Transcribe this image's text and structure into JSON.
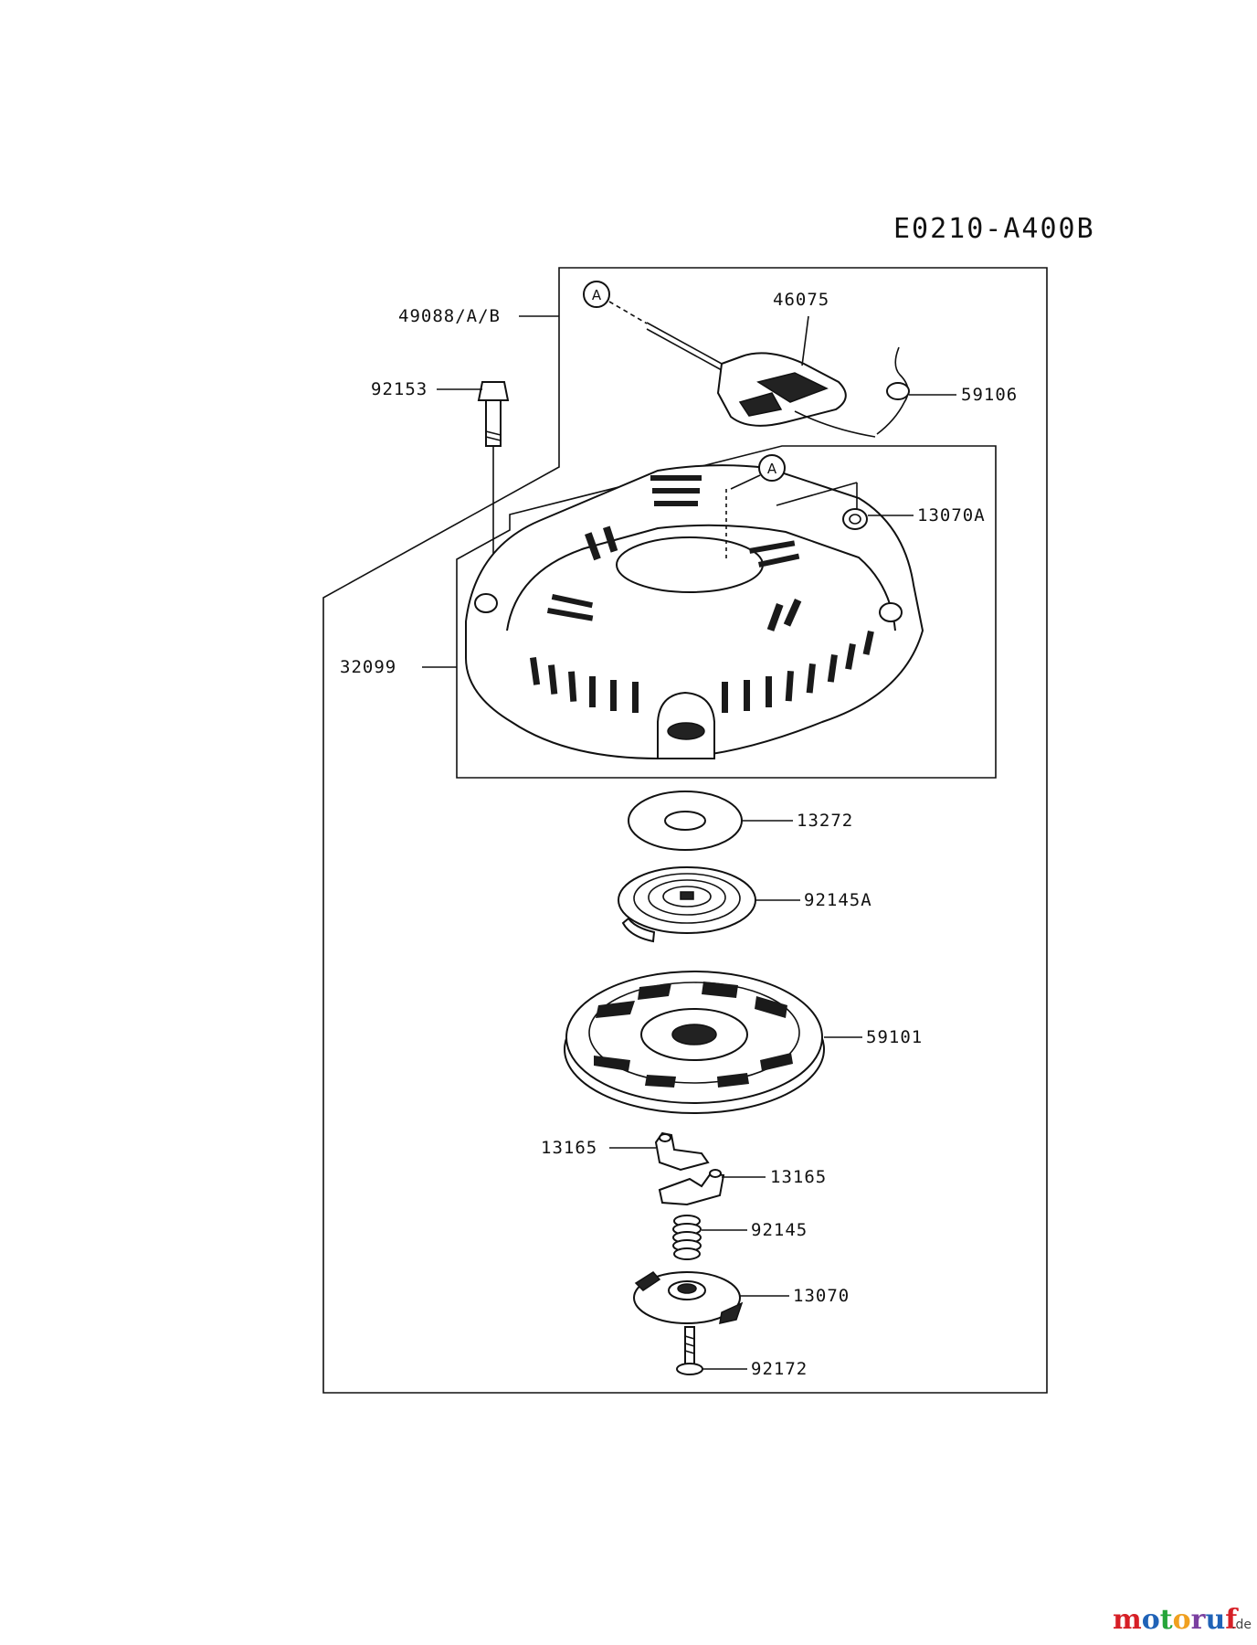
{
  "diagram_code": "E0210-A400B",
  "watermark": {
    "brand": "motoruf",
    "suffix": ".de",
    "colors": {
      "m": "#d61f26",
      "o1": "#1f62b7",
      "t": "#26a53a",
      "o2": "#f0a020",
      "r": "#7a3fa0",
      "u": "#1f62b7",
      "f": "#d61f26",
      "suffix": "#444444"
    }
  },
  "callouts": {
    "a1": "A",
    "a2": "A"
  },
  "parts": {
    "p49088": "49088/A/B",
    "p92153": "92153",
    "p46075": "46075",
    "p59106": "59106",
    "p13070A": "13070A",
    "p32099": "32099",
    "p13272": "13272",
    "p92145A": "92145A",
    "p59101": "59101",
    "p13165a": "13165",
    "p13165b": "13165",
    "p92145": "92145",
    "p13070": "13070",
    "p92172": "92172"
  }
}
